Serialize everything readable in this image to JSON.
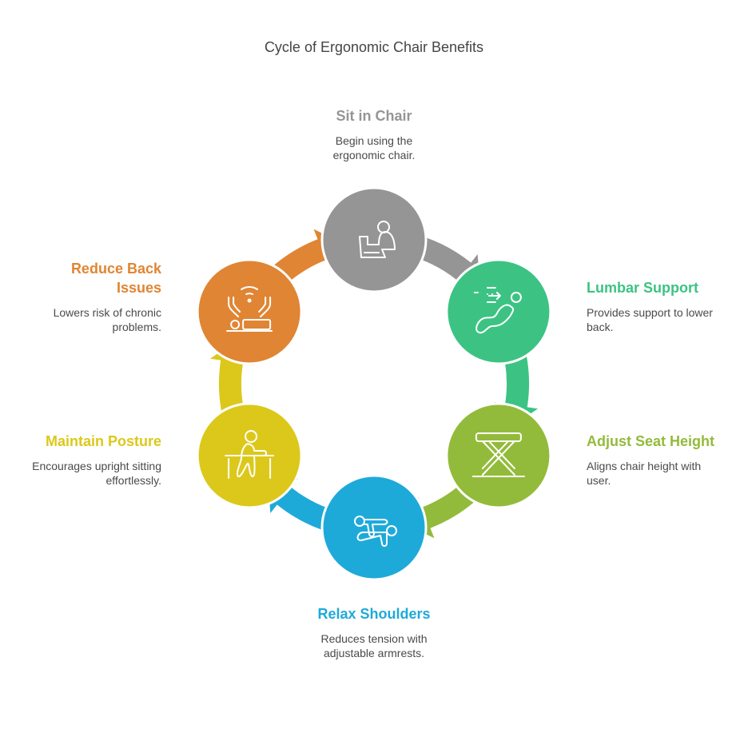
{
  "title": "Cycle of Ergonomic Chair Benefits",
  "steps": [
    {
      "title": "Sit in Chair",
      "description": "Begin using the ergonomic chair.",
      "color": "#959595",
      "icon": "person-sitting-icon"
    },
    {
      "title": "Lumbar Support",
      "description": "Provides support to lower back.",
      "color": "#3cc383",
      "icon": "reclining-back-support-icon"
    },
    {
      "title": "Adjust Seat Height",
      "description": "Aligns chair height with user.",
      "color": "#93bb3b",
      "icon": "scissor-lift-seat-icon"
    },
    {
      "title": "Relax Shoulders",
      "description": "Reduces tension with adjustable armrests.",
      "color": "#1eaad9",
      "icon": "stretching-person-icon"
    },
    {
      "title": "Maintain Posture",
      "description": "Encourages upright sitting effortlessly.",
      "color": "#dcc81b",
      "icon": "person-at-desk-icon"
    },
    {
      "title": "Reduce Back Issues",
      "description": "Lowers risk of chronic problems.",
      "color": "#e08533",
      "icon": "back-massage-icon"
    }
  ]
}
